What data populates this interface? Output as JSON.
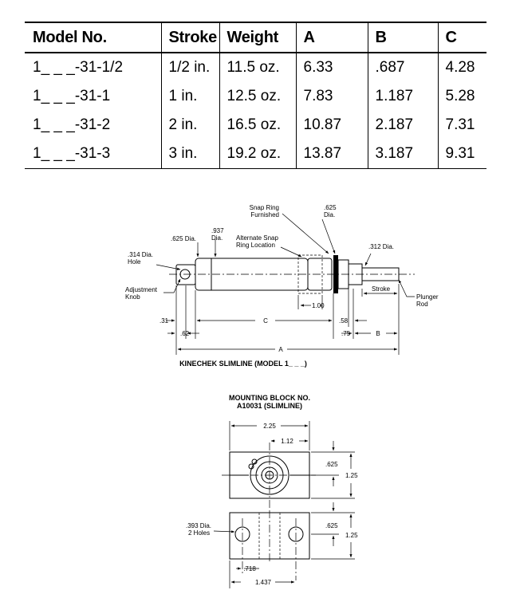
{
  "table": {
    "headers": [
      "Model No.",
      "Stroke",
      "Weight",
      "A",
      "B",
      "C"
    ],
    "rows": [
      [
        "1_ _ _-31-1/2",
        "1/2 in.",
        "11.5 oz.",
        "6.33",
        ".687",
        "4.28"
      ],
      [
        "1_ _ _-31-1",
        "1 in.",
        "12.5 oz.",
        "7.83",
        "1.187",
        "5.28"
      ],
      [
        "1_ _ _-31-2",
        "2 in.",
        "16.5 oz.",
        "10.87",
        "2.187",
        "7.31"
      ],
      [
        "1_ _ _-31-3",
        "3 in.",
        "19.2 oz.",
        "13.87",
        "3.187",
        "9.31"
      ]
    ]
  },
  "slimline": {
    "title": "KINECHEK SLIMLINE (MODEL 1_ _ _)",
    "snap_ring_label_1": "Snap Ring",
    "snap_ring_label_2": "Furnished",
    "dia_625_top": ".625",
    "dia_label_top": "Dia.",
    "dia_937": ".937",
    "dia_937_label": "Dia.",
    "dia_625_left": ".625 Dia.",
    "alt_snap_1": "Alternate Snap",
    "alt_snap_2": "Ring Location",
    "dia_314": ".314 Dia.",
    "hole": "Hole",
    "dia_312": ".312 Dia.",
    "adjustment_1": "Adjustment",
    "adjustment_2": "Knob",
    "stroke": "Stroke",
    "plunger_1": "Plunger",
    "plunger_2": "Rod",
    "dim_100": "1.00",
    "dim_31": ".31",
    "dim_C": "C",
    "dim_58": ".58",
    "dim_62": ".62",
    "dim_75": ".75",
    "dim_B": "B",
    "dim_A": "A"
  },
  "mounting_block": {
    "title_1": "MOUNTING BLOCK NO.",
    "title_2": "A10031 (SLIMLINE)",
    "dim_225": "2.25",
    "dim_112": "1.12",
    "dim_625_a": ".625",
    "dim_125_a": "1.25",
    "dim_393": ".393 Dia.",
    "holes": "2 Holes",
    "dim_625_b": ".625",
    "dim_125_b": "1.25",
    "dim_718": ".718",
    "dim_1437": "1.437"
  }
}
